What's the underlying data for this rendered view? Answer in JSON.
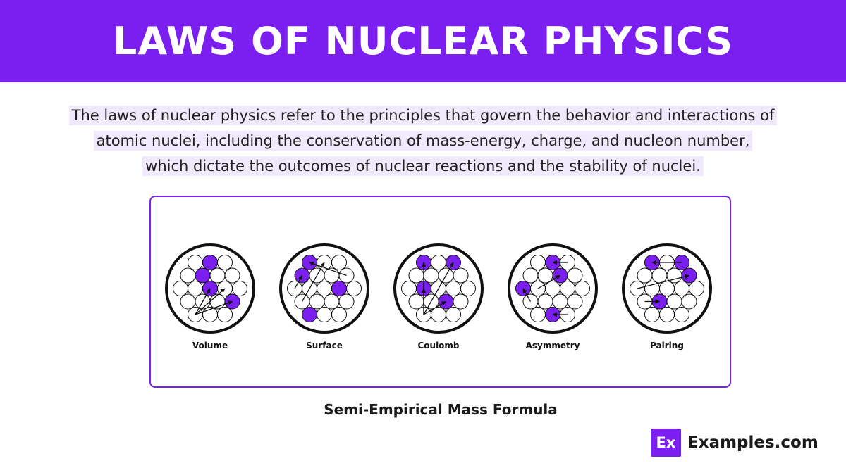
{
  "header": {
    "title": "LAWS OF NUCLEAR PHYSICS"
  },
  "intro": {
    "lines": [
      "The laws of nuclear physics refer to the principles that govern the behavior and interactions of",
      "atomic nuclei, including the conservation of mass-energy, charge, and nucleon number,",
      "which dictate the outcomes of nuclear reactions and the stability of nuclei."
    ]
  },
  "diagram": {
    "terms": [
      "Volume",
      "Surface",
      "Coulomb",
      "Asymmetry",
      "Pairing"
    ],
    "caption": "Semi-Empirical Mass Formula"
  },
  "colors": {
    "accent": "#7a1ff0",
    "proton": "#7a1ff0",
    "neutron": "#ffffff"
  },
  "brand": {
    "logo_text": "Ex",
    "name": "Examples.com"
  }
}
